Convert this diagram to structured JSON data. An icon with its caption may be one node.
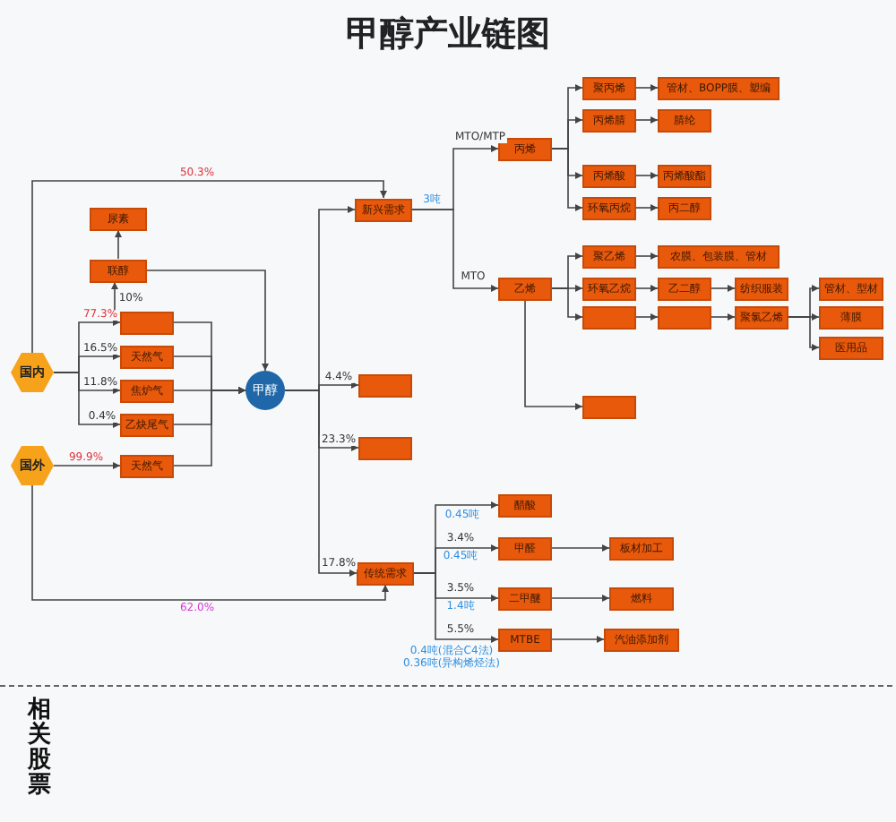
{
  "diagram": {
    "title": "甲醇产业链图",
    "nodes": [
      {
        "text": [
          "国内"
        ]
      },
      {
        "text": [
          "国外"
        ]
      },
      {
        "text": [
          "尿素"
        ]
      },
      {
        "text": [
          "联醇"
        ]
      },
      {
        "text": [],
        "shape": "box"
      },
      {
        "text": [
          "天然气"
        ]
      },
      {
        "text": [
          "焦炉气"
        ]
      },
      {
        "text": [
          "乙炔尾气"
        ]
      },
      {
        "text": [
          "天然气"
        ]
      },
      {
        "text": [
          "甲醇"
        ]
      },
      {
        "text": [
          "新兴需求"
        ]
      },
      {
        "text": [],
        "shape": "box"
      },
      {
        "text": [],
        "shape": "box"
      },
      {
        "text": [
          "传统需求"
        ]
      },
      {
        "text": [
          "丙烯"
        ]
      },
      {
        "text": [
          "乙烯"
        ]
      },
      {
        "text": [
          "聚丙烯"
        ]
      },
      {
        "text": [
          "管材、BOPP膜、塑编"
        ]
      },
      {
        "text": [
          "丙烯腈"
        ]
      },
      {
        "text": [
          "腈纶"
        ]
      },
      {
        "text": [
          "丙烯酸"
        ]
      },
      {
        "text": [
          "丙烯酸酯"
        ]
      },
      {
        "text": [
          "环氧丙烷"
        ]
      },
      {
        "text": [
          "丙二醇"
        ]
      },
      {
        "text": [
          "聚乙烯"
        ]
      },
      {
        "text": [
          "农膜、包装膜、管材"
        ]
      },
      {
        "text": [
          "环氧乙烷"
        ]
      },
      {
        "text": [
          "乙二醇"
        ]
      },
      {
        "text": [
          "纺织服装"
        ]
      },
      {
        "text": [],
        "shape": "box"
      },
      {
        "text": [],
        "shape": "box"
      },
      {
        "text": [
          "聚氯乙烯"
        ]
      },
      {
        "text": [
          "管材、型材"
        ]
      },
      {
        "text": [
          "薄膜"
        ]
      },
      {
        "text": [
          "医用品"
        ]
      },
      {
        "text": [],
        "shape": "box"
      },
      {
        "text": [
          "醋酸"
        ]
      },
      {
        "text": [
          "甲醛"
        ]
      },
      {
        "text": [
          "二甲醚"
        ]
      },
      {
        "text": [
          "MTBE"
        ]
      },
      {
        "text": [
          "板材加工"
        ]
      },
      {
        "text": [
          "燃料"
        ]
      },
      {
        "text": [
          "汽油添加剂"
        ]
      }
    ],
    "edges": [
      {
        "from": 0,
        "to": 10,
        "arrow": "to",
        "label": "50.3%"
      },
      {
        "from": 1,
        "to": 13,
        "arrow": "to",
        "label": "62.0%"
      },
      {
        "from": 0,
        "to": 4,
        "arrow": "to",
        "label": "77.3%"
      },
      {
        "from": 0,
        "to": 5,
        "arrow": "to",
        "label": "16.5%"
      },
      {
        "from": 0,
        "to": 6,
        "arrow": "to",
        "label": "11.8%"
      },
      {
        "from": 0,
        "to": 7,
        "arrow": "to",
        "label": "0.4%"
      },
      {
        "from": 1,
        "to": 8,
        "arrow": "to",
        "label": "99.9%"
      },
      {
        "from": 4,
        "to": 3,
        "arrow": "to",
        "label": "10%"
      },
      {
        "from": 3,
        "to": 2,
        "arrow": "to"
      },
      {
        "from": 3,
        "to": 9,
        "arrow": "to"
      },
      {
        "from": 4,
        "to": 9,
        "arrow": "to"
      },
      {
        "from": 5,
        "to": 9,
        "arrow": "to"
      },
      {
        "from": 6,
        "to": 9,
        "arrow": "to"
      },
      {
        "from": 7,
        "to": 9,
        "arrow": "to"
      },
      {
        "from": 8,
        "to": 9,
        "arrow": "to"
      },
      {
        "from": 9,
        "to": 10,
        "arrow": "to"
      },
      {
        "from": 9,
        "to": 11,
        "arrow": "to",
        "label": "4.4%"
      },
      {
        "from": 9,
        "to": 12,
        "arrow": "to",
        "label": "23.3%"
      },
      {
        "from": 9,
        "to": 13,
        "arrow": "to",
        "label": "17.8%"
      },
      {
        "from": 10,
        "to": 14,
        "arrow": "to",
        "label": "MTO/MTP"
      },
      {
        "from": 10,
        "to": 15,
        "arrow": "to",
        "label": "MTO"
      },
      {
        "from": 14,
        "to": 16,
        "arrow": "to"
      },
      {
        "from": 14,
        "to": 18,
        "arrow": "to"
      },
      {
        "from": 14,
        "to": 20,
        "arrow": "to"
      },
      {
        "from": 14,
        "to": 22,
        "arrow": "to"
      },
      {
        "from": 15,
        "to": 24,
        "arrow": "to"
      },
      {
        "from": 15,
        "to": 26,
        "arrow": "to"
      },
      {
        "from": 15,
        "to": 29,
        "arrow": "to"
      },
      {
        "from": 15,
        "to": 35,
        "arrow": "to"
      },
      {
        "from": 16,
        "to": 17,
        "arrow": "to"
      },
      {
        "from": 18,
        "to": 19,
        "arrow": "to"
      },
      {
        "from": 20,
        "to": 21,
        "arrow": "to"
      },
      {
        "from": 22,
        "to": 23,
        "arrow": "to"
      },
      {
        "from": 24,
        "to": 25,
        "arrow": "to"
      },
      {
        "from": 26,
        "to": 27,
        "arrow": "to"
      },
      {
        "from": 27,
        "to": 28,
        "arrow": "to"
      },
      {
        "from": 29,
        "to": 30,
        "arrow": "to"
      },
      {
        "from": 30,
        "to": 31,
        "arrow": "to"
      },
      {
        "from": 31,
        "to": 32,
        "arrow": "to"
      },
      {
        "from": 31,
        "to": 33,
        "arrow": "to"
      },
      {
        "from": 31,
        "to": 34,
        "arrow": "to"
      },
      {
        "from": 13,
        "to": 36,
        "arrow": "to"
      },
      {
        "from": 13,
        "to": 37,
        "arrow": "to",
        "label": "3.4%"
      },
      {
        "from": 13,
        "to": 38,
        "arrow": "to",
        "label": "3.5%"
      },
      {
        "from": 13,
        "to": 39,
        "arrow": "to",
        "label": "5.5%"
      },
      {
        "from": 37,
        "to": 40,
        "arrow": "to"
      },
      {
        "from": 38,
        "to": 41,
        "arrow": "to"
      },
      {
        "from": 39,
        "to": 42,
        "arrow": "to"
      }
    ],
    "labels": [
      "3吨",
      "0.45吨",
      "0.45吨",
      "1.4吨",
      "0.4吨(混合C4法)",
      "0.36吨(异构烯烃法)",
      "相关股票"
    ]
  }
}
